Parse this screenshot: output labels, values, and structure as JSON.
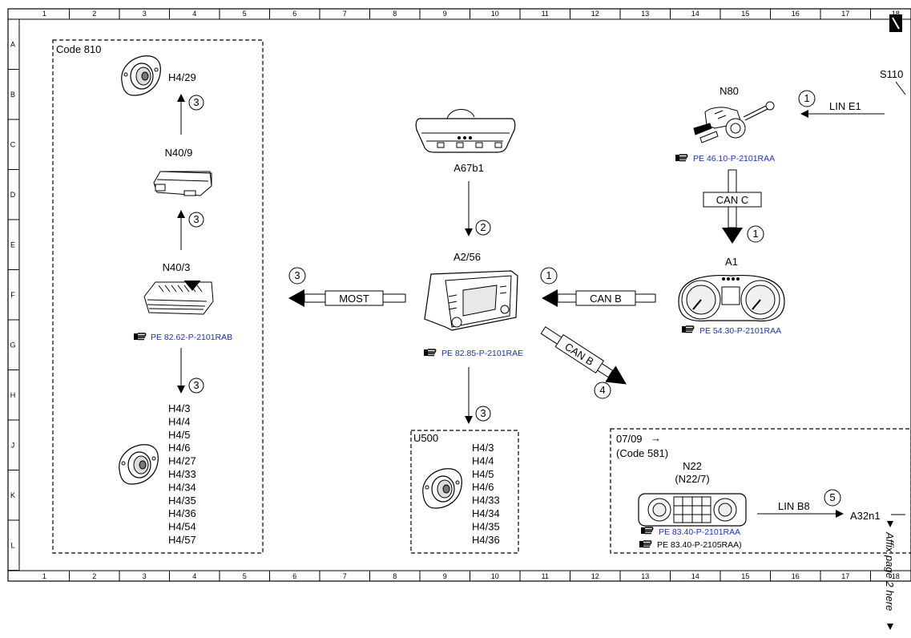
{
  "grid": {
    "columns": [
      "1",
      "2",
      "3",
      "4",
      "5",
      "6",
      "7",
      "8",
      "9",
      "10",
      "11",
      "12",
      "13",
      "14",
      "15",
      "16",
      "17",
      "18"
    ],
    "rows": [
      "A",
      "B",
      "C",
      "D",
      "E",
      "F",
      "G",
      "H",
      "J",
      "K",
      "L"
    ]
  },
  "group_810": {
    "label": "Code 810",
    "h4_29": "H4/29",
    "n40_9": "N40/9",
    "n40_3": "N40/3",
    "n40_3_ref": "PE 82.62-P-2101RAB",
    "speakers": [
      "H4/3",
      "H4/4",
      "H4/5",
      "H4/6",
      "H4/27",
      "H4/33",
      "H4/34",
      "H4/35",
      "H4/36",
      "H4/54",
      "H4/57"
    ],
    "arrow_labels": [
      "3",
      "3",
      "3"
    ]
  },
  "mirror": {
    "label": "A67b1",
    "arrow_label": "2"
  },
  "head_unit": {
    "label": "A2/56",
    "ref": "PE 82.85-P-2101RAE",
    "most": "MOST",
    "most_num": "3",
    "canb_in": "CAN B",
    "canb_in_num": "1",
    "canb_out": "CAN B",
    "canb_out_num": "4",
    "down_num": "3"
  },
  "u500": {
    "label": "U500",
    "speakers": [
      "H4/3",
      "H4/4",
      "H4/5",
      "H4/6",
      "H4/33",
      "H4/34",
      "H4/35",
      "H4/36"
    ]
  },
  "n80": {
    "label": "N80",
    "ref": "PE 46.10-P-2101RAA",
    "lin": "LIN E1",
    "lin_num": "1",
    "can_c": "CAN C",
    "can_c_num": "1",
    "s110": "S110"
  },
  "a1": {
    "label": "A1",
    "ref": "PE 54.30-P-2101RAA"
  },
  "code581": {
    "date": "07/09",
    "code": "(Code 581)",
    "n22": "N22",
    "n22_7": "(N22/7)",
    "ref1": "PE 83.40-P-2101RAA",
    "ref2": "PE 83.40-P-2105RAA)",
    "lin": "LIN B8",
    "lin_num": "5",
    "target": "A32n1"
  },
  "affix_note": "Affix page 2 here",
  "colors": {
    "link": "#1a2fd0",
    "line": "#000000"
  }
}
